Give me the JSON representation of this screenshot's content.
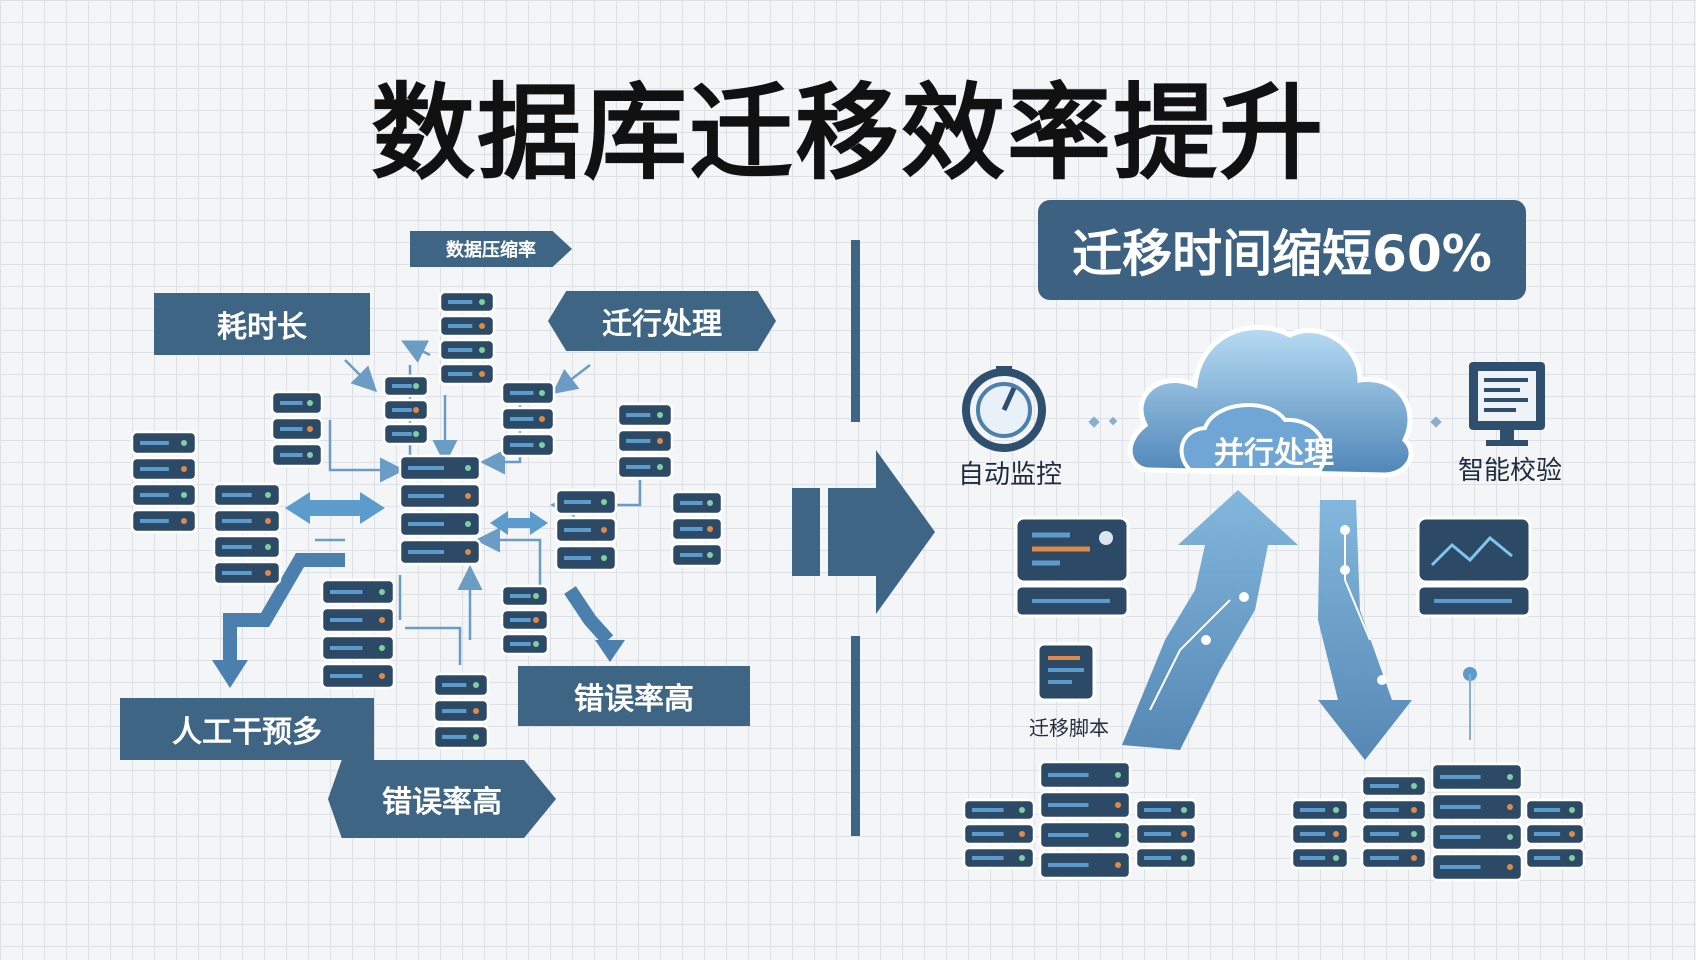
{
  "title": "数据库迁移效率提升",
  "left": {
    "tags": {
      "compress": "数据压缩率",
      "time": "耗时长",
      "proc": "迁行处理",
      "manual": "人工干预多",
      "err1": "错误率高",
      "err2": "错误率高"
    }
  },
  "right": {
    "badge": "迁移时间缩短60%",
    "cloud": "并行处理",
    "monitor": "自动监控",
    "verify": "智能校验",
    "script": "迁移脚本"
  },
  "colors": {
    "navy": "#3f6584",
    "server": "#2c4966",
    "accent": "#5b9ccc",
    "cloud": "#7fb3de"
  }
}
